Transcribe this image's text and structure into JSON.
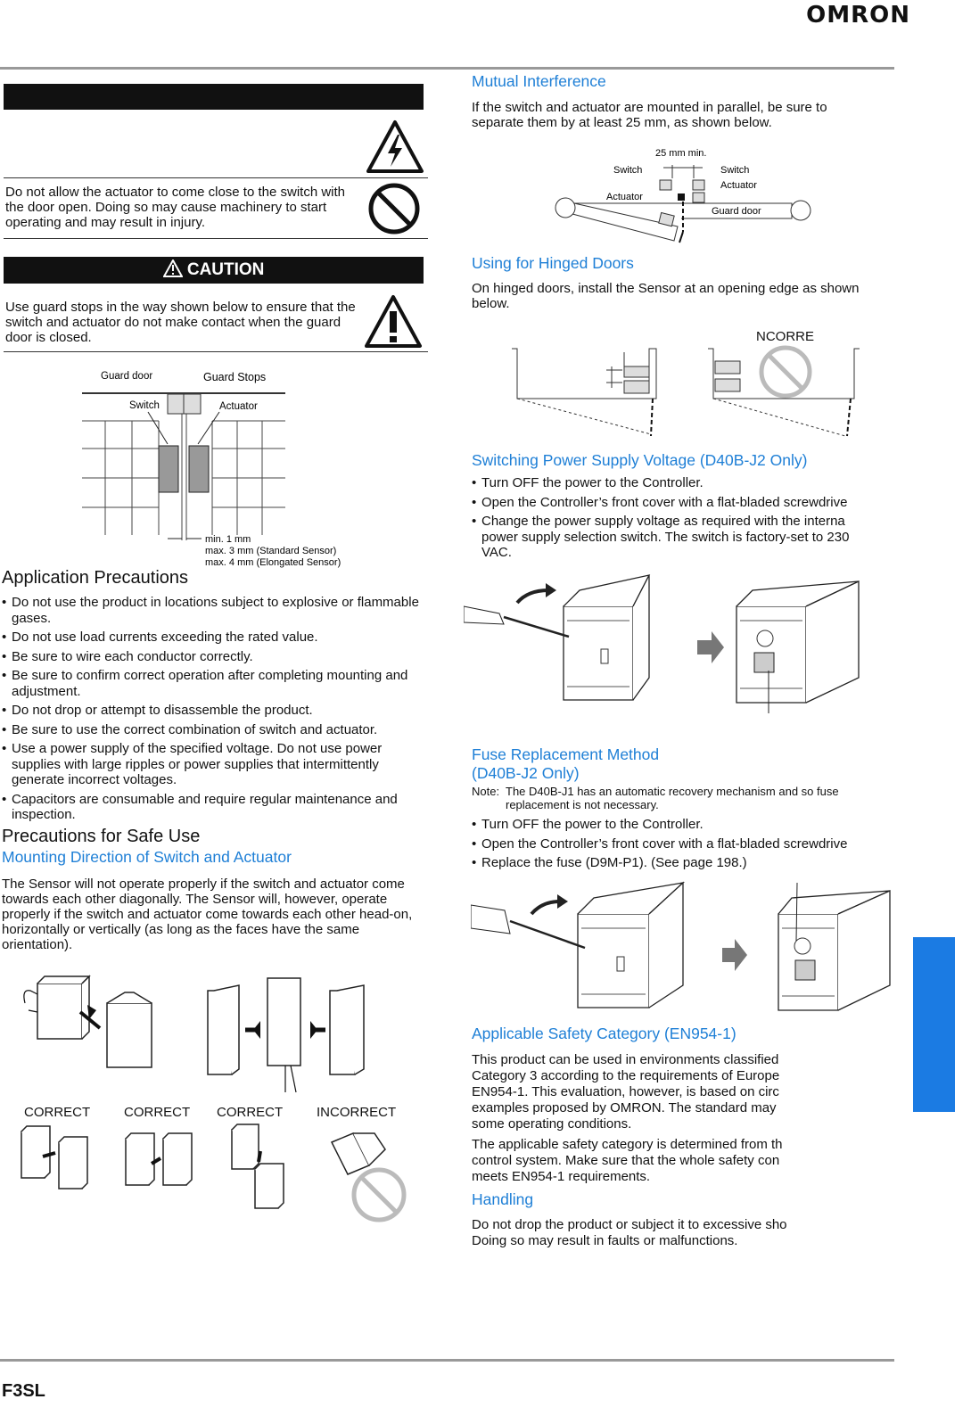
{
  "header": {
    "logo": "OMRON"
  },
  "footer": {
    "product": "F3SL"
  },
  "left": {
    "warning_text": "Do not allow the actuator to come close to the switch with the door open. Doing so may cause machinery to start operating and may result in injury.",
    "caution_label": "CAUTION",
    "caution_text": "Use guard stops in the way shown below to ensure that the switch and actuator do not make contact when the guard door is closed.",
    "guard_fig": {
      "guard_door": "Guard door",
      "guard_stops": "Guard Stops",
      "switch": "Switch",
      "actuator": "Actuator",
      "min": "min. 1 mm",
      "max_std": "max. 3 mm (Standard Sensor)",
      "max_elong": "max. 4 mm (Elongated Sensor)"
    },
    "app_title": "Application Precautions",
    "app_items": [
      "Do not use the product in locations subject to explosive or flammable gases.",
      "Do not use load currents exceeding the rated value.",
      "Be sure to wire each conductor correctly.",
      "Be sure to confirm correct operation after completing mounting and adjustment.",
      "Do not drop or attempt to disassemble the product.",
      "Be sure to use the correct combination of switch and actuator.",
      "Use a power supply of the specified voltage. Do not use power supplies with large ripples or power supplies that intermittently generate incorrect voltages.",
      "Capacitors are consumable and require regular maintenance and inspection."
    ],
    "safe_title": "Precautions for Safe Use",
    "mount_title": "Mounting Direction of Switch and Actuator",
    "mount_text": "The Sensor will not operate properly if the switch and actuator come towards each other diagonally. The Sensor will, however, operate properly if the switch and actuator come towards each other head-on, horizontally or vertically (as long as the faces have the same orientation).",
    "labels": [
      "CORRECT",
      "CORRECT",
      "CORRECT",
      "INCORRECT"
    ]
  },
  "right": {
    "mutual_title": "Mutual Interference",
    "mutual_text": "If the switch and actuator are mounted in parallel, be sure to separate them by at least 25 mm, as shown below.",
    "mutual_fig": {
      "dim": "25 mm min.",
      "switch_l": "Switch",
      "switch_r": "Switch",
      "actuator_l": "Actuator",
      "actuator_r": "Actuator",
      "guard_door": "Guard door"
    },
    "hinged_title": "Using for Hinged Doors",
    "hinged_text": "On hinged doors, install the Sensor at an opening edge as shown below.",
    "hinged_label": "NCORRE",
    "psv_title": "Switching Power Supply Voltage (D40B-J2 Only)",
    "psv_items": [
      "Turn OFF the power to the Controller.",
      "Open the Controller’s front cover with a flat-bladed screwdrive",
      "Change the power supply voltage as required with the interna power supply selection switch. The switch is factory-set to 230 VAC."
    ],
    "fuse_title1": "Fuse Replacement Method",
    "fuse_title2": "(D40B-J2 Only)",
    "fuse_note_label": "Note:",
    "fuse_note": "The D40B-J1 has an automatic recovery mechanism and so fuse replacement is not necessary.",
    "fuse_items": [
      "Turn OFF the power to the Controller.",
      "Open the Controller’s front cover with a flat-bladed screwdrive",
      "Replace the fuse (D9M-P1). (See page 198.)"
    ],
    "cat_title": "Applicable Safety Category (EN954-1)",
    "cat_p1": "This product can be used in environments classified Category 3 according to the requirements of Europe EN954-1. This evaluation, however, is based on circ examples proposed by OMRON. The standard may some operating conditions.",
    "cat_p2": "The applicable safety category is determined from th control system. Make sure that the whole safety con meets EN954-1 requirements.",
    "handling_title": "Handling",
    "handling_text": "Do not drop the product or subject it to excessive sho Doing so may result in faults or malfunctions."
  }
}
